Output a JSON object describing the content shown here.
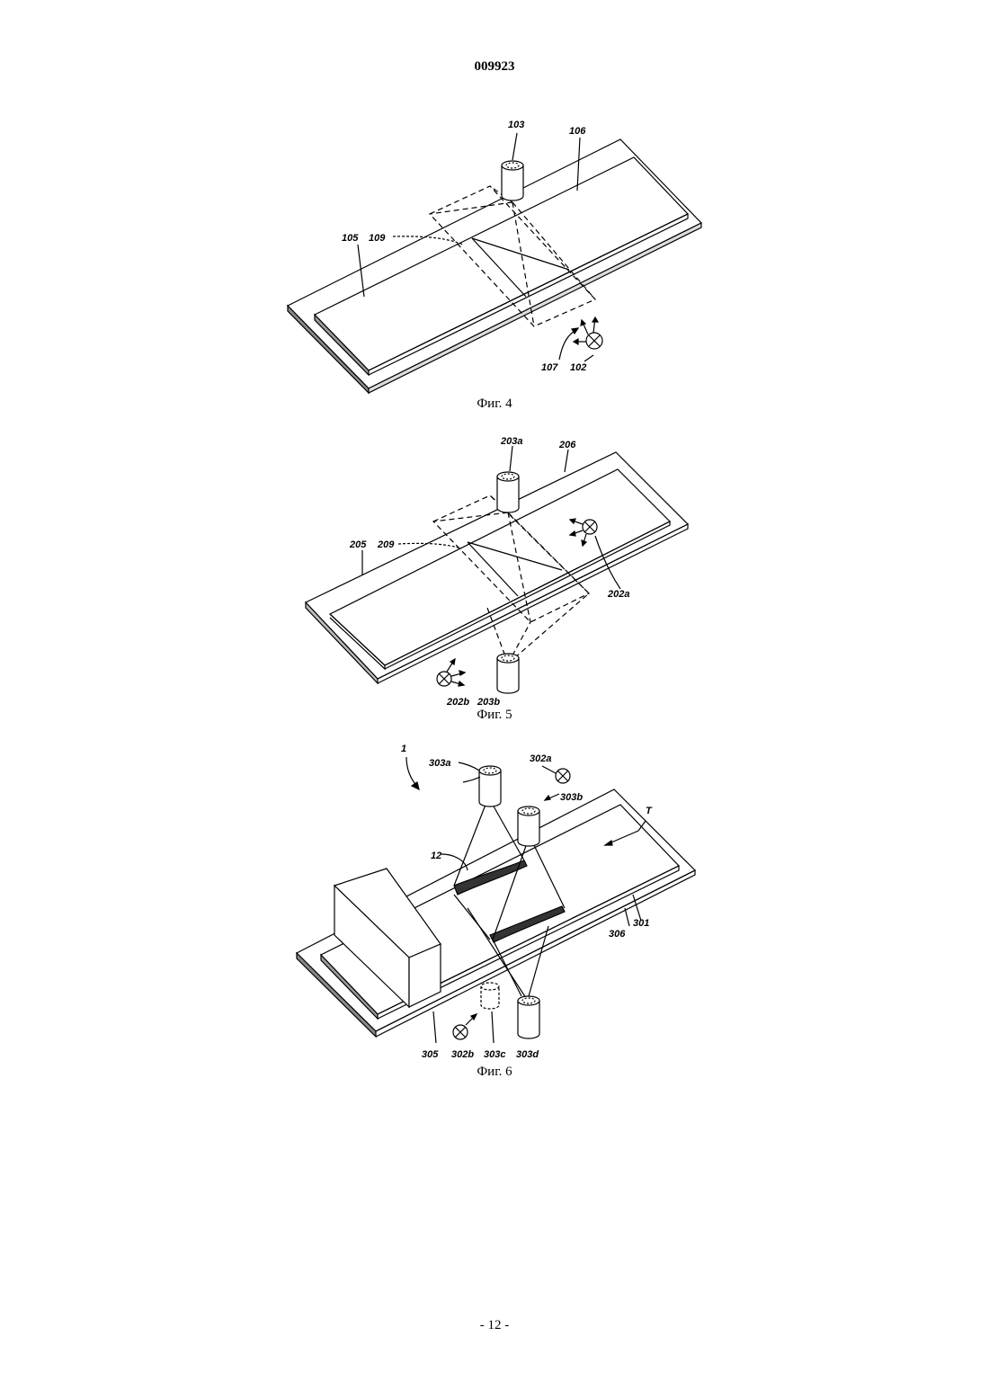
{
  "header": {
    "doc_number": "009923"
  },
  "footer": {
    "page": "- 12 -"
  },
  "figures": [
    {
      "caption": "Фиг. 4",
      "labels": {
        "l103": "103",
        "l106": "106",
        "l105": "105",
        "l109": "109",
        "l107": "107",
        "l102": "102"
      }
    },
    {
      "caption": "Фиг. 5",
      "labels": {
        "l203a": "203a",
        "l206": "206",
        "l205": "205",
        "l209": "209",
        "l202a": "202a",
        "l202b": "202b",
        "l203b": "203b"
      }
    },
    {
      "caption": "Фиг. 6",
      "labels": {
        "l1": "1",
        "l303a": "303a",
        "l302a": "302a",
        "l303b": "303b",
        "lT": "T",
        "l12": "12",
        "l301": "301",
        "l306": "306",
        "l305": "305",
        "l302b": "302b",
        "l303c": "303c",
        "l303d": "303d"
      }
    }
  ]
}
